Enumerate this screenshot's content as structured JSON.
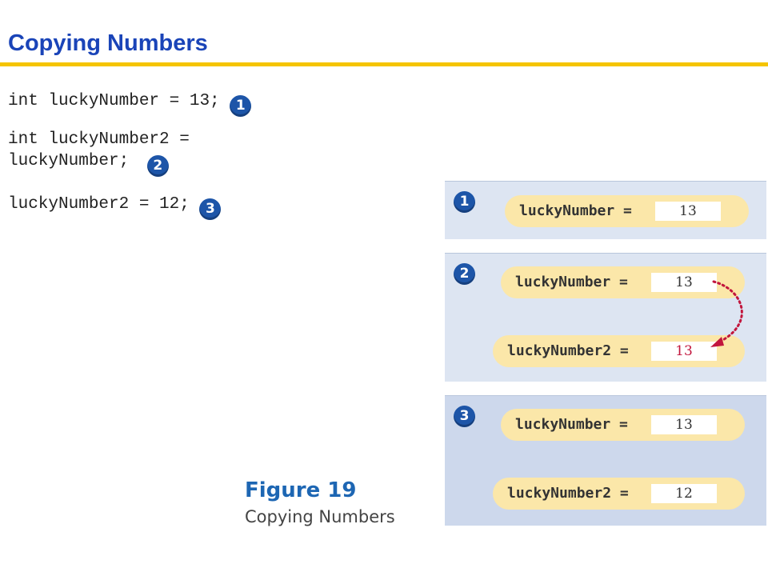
{
  "slide": {
    "title": "Copying Numbers"
  },
  "code_lines": [
    {
      "text": "int luckyNumber = 13;",
      "badge": "1"
    },
    {
      "text": "int luckyNumber2 =",
      "text2": "luckyNumber;",
      "badge": "2"
    },
    {
      "text": "luckyNumber2 = 12;",
      "badge": "3"
    }
  ],
  "figure": {
    "label": "Figure 19",
    "caption": "Copying Numbers",
    "panels": [
      {
        "badge": "1",
        "vars": [
          {
            "name": "luckyNumber =",
            "value": "13"
          }
        ]
      },
      {
        "badge": "2",
        "vars": [
          {
            "name": "luckyNumber =",
            "value": "13"
          },
          {
            "name": "luckyNumber2 =",
            "value": "13"
          }
        ]
      },
      {
        "badge": "3",
        "vars": [
          {
            "name": "luckyNumber =",
            "value": "13"
          },
          {
            "name": "luckyNumber2 =",
            "value": "12"
          }
        ]
      }
    ]
  },
  "colors": {
    "title": "#1a44b8",
    "rule": "#f5c400",
    "badge": "#1d55a8",
    "panel_bg": "#dde5f2",
    "pill_bg": "#fbe7a9",
    "copied_value": "#c2163d",
    "arrow": "#c2163d"
  },
  "icons": {
    "copy_arrow": "dotted-curved-arrow-icon"
  }
}
